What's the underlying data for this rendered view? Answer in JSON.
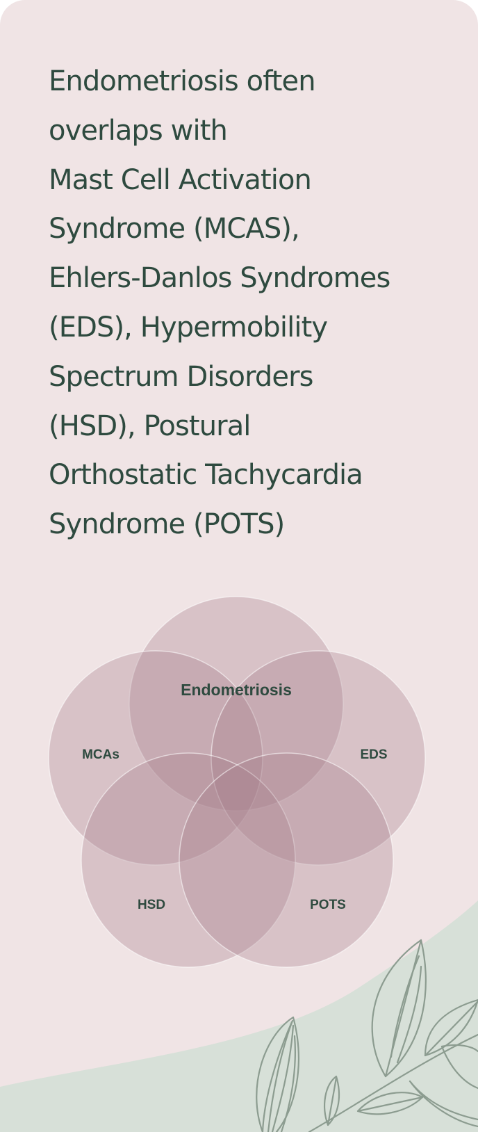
{
  "heading": {
    "lines": [
      "Endometriosis often",
      "overlaps with",
      "Mast Cell Activation",
      "Syndrome (MCAS),",
      "Ehlers-Danlos Syndromes",
      "(EDS), Hypermobility",
      "Spectrum Disorders",
      "(HSD), Postural",
      "Orthostatic Tachycardia",
      "Syndrome (POTS)"
    ]
  },
  "venn": {
    "sets": [
      "Endometriosis",
      "MCAs",
      "EDS",
      "HSD",
      "POTS"
    ]
  },
  "colors": {
    "card_background": "#f0e4e5",
    "text": "#2e4a3f",
    "circle_fill": "#a57d89",
    "bottom_wave": "#d7e0d8",
    "leaf_stroke": "#8c9c90"
  },
  "decorations": [
    "leaf-branch-icon"
  ]
}
